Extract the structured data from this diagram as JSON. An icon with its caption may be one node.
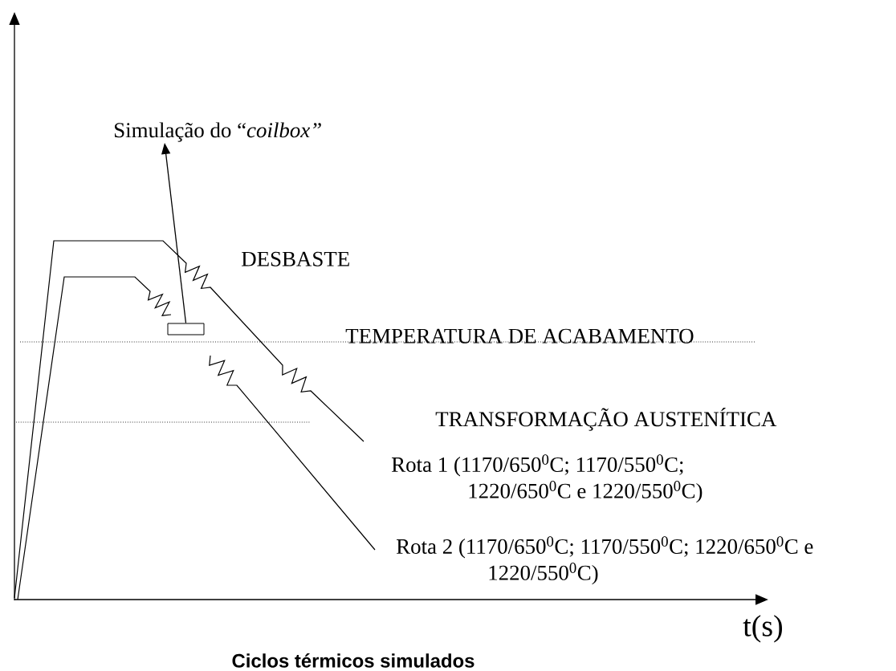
{
  "diagram": {
    "caption": "Ciclos térmicos simulados",
    "nodes": [
      {
        "text": [
          "Simulação do “*coilbox”*"
        ]
      },
      {
        "text": [],
        "shape": "box"
      }
    ],
    "edges": [
      {
        "from": 1,
        "to": 0,
        "arrow": "to"
      }
    ],
    "labels": [
      "DESBASTE",
      "TEMPERATURA DE ACABAMENTO",
      "TRANSFORMAÇÃO AUSTENÍTICA",
      "Rota 1 (1170/650$^{0}$C; 1170/550$^{0}$C; 1220/650$^{0}$C e 1220/550$^{0}$C)",
      "Rota 2 (1170/650$^{0}$C; 1170/550$^{0}$C; 1220/650$^{0}$C e 1220/550$^{0}$C)",
      "t(s)"
    ]
  }
}
